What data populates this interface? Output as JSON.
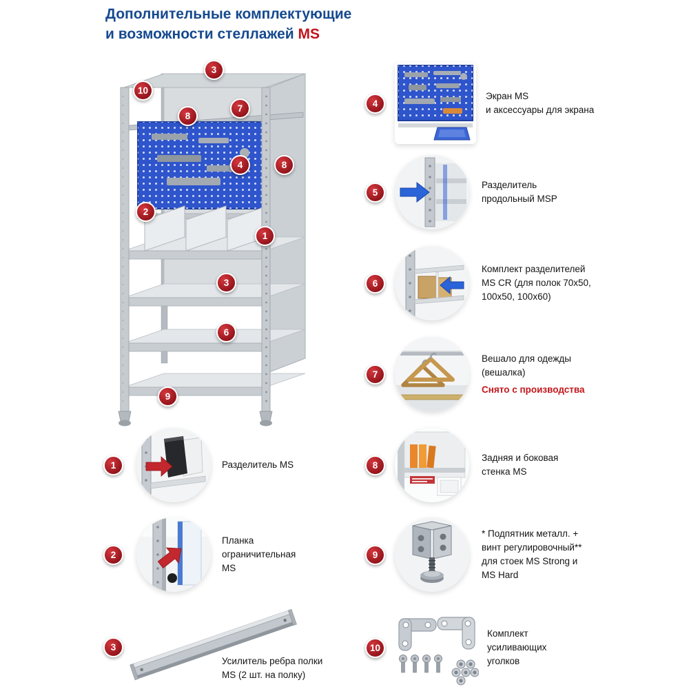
{
  "title": {
    "line1": "Дополнительные комплектующие",
    "line2": "и возможности стеллажей",
    "brand": "MS"
  },
  "colors": {
    "badge_red": "#a81a20",
    "title_blue": "#15498f",
    "brand_red": "#c1121a",
    "pegboard_blue": "#2f55cc",
    "arrow_blue": "#2b63d9",
    "arrow_red": "#c2282e",
    "discontinued_red": "#c2161c"
  },
  "rack_badges": [
    "3",
    "10",
    "7",
    "8",
    "4",
    "8",
    "2",
    "1",
    "3",
    "6",
    "9"
  ],
  "items": {
    "i1": {
      "num": "1",
      "lines": [
        "Разделитель MS"
      ]
    },
    "i2": {
      "num": "2",
      "lines": [
        "Планка",
        "ограничительная",
        "MS"
      ]
    },
    "i3": {
      "num": "3",
      "lines": [
        "Усилитель ребра полки",
        "MS (2 шт. на полку)"
      ]
    },
    "i4": {
      "num": "4",
      "lines": [
        "Экран MS",
        "и аксессуары для экрана"
      ]
    },
    "i5": {
      "num": "5",
      "lines": [
        "Разделитель",
        "продольный MSP"
      ]
    },
    "i6": {
      "num": "6",
      "lines": [
        "Комплект разделителей",
        "MS CR (для полок 70х50,",
        "100х50, 100х60)"
      ]
    },
    "i7": {
      "num": "7",
      "lines": [
        "Вешало для одежды",
        "(вешалка)"
      ],
      "note": "Снято с производства"
    },
    "i8": {
      "num": "8",
      "lines": [
        "Задняя и боковая",
        "стенка MS"
      ]
    },
    "i9": {
      "num": "9",
      "lines": [
        "* Подпятник металл. +",
        "винт регулировочный**",
        "для стоек MS Strong и",
        "MS Hard"
      ]
    },
    "i10": {
      "num": "10",
      "lines": [
        "Комплект",
        "усиливающих",
        "уголков"
      ]
    }
  }
}
